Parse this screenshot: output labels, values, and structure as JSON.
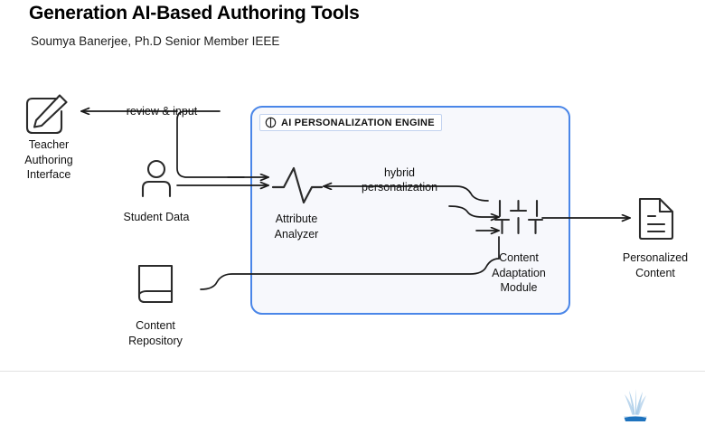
{
  "slide": {
    "title": "Generation AI-Based Authoring Tools",
    "subtitle": "Soumya Banerjee, Ph.D Senior Member IEEE"
  },
  "colors": {
    "panel_border": "#4a86e8",
    "panel_fill": "#f7f8fc",
    "badge_border": "#c3d3ef",
    "stroke": "#1a1a1a",
    "divider": "#e2e2e2",
    "logo_blue": "#1e73be",
    "logo_light": "#a8cbe8"
  },
  "diagram": {
    "engine": {
      "badge_label": "AI PERSONALIZATION ENGINE",
      "badge_icon": "contrast-circle-icon"
    },
    "nodes": [
      {
        "id": "teacher-authoring-interface",
        "label": "Teacher\nAuthoring\nInterface",
        "label_lines": [
          "Teacher",
          "Authoring",
          "Interface"
        ],
        "icon": "edit-square-pencil-icon"
      },
      {
        "id": "student-data",
        "label": "Student Data",
        "label_lines": [
          "Student Data"
        ],
        "icon": "person-icon"
      },
      {
        "id": "content-repository",
        "label": "Content\nRepository",
        "label_lines": [
          "Content",
          "Repository"
        ],
        "icon": "book-icon"
      },
      {
        "id": "attribute-analyzer",
        "label": "Attribute\nAnalyzer",
        "label_lines": [
          "Attribute",
          "Analyzer"
        ],
        "icon": "pulse-waveform-icon"
      },
      {
        "id": "content-adaptation-module",
        "label": "Content\nAdaptation\nModule",
        "label_lines": [
          "Content",
          "Adaptation",
          "Module"
        ],
        "icon": "puzzle-grid-icon"
      },
      {
        "id": "personalized-content",
        "label": "Personalized\nContent",
        "label_lines": [
          "Personalized",
          "Content"
        ],
        "icon": "document-icon"
      }
    ],
    "edges": [
      {
        "id": "review-and-input",
        "label_lines": [
          "review & input"
        ],
        "from": "content-adaptation-module",
        "to": "teacher-authoring-interface"
      },
      {
        "id": "hybrid-personalization",
        "label_lines": [
          "hybrid",
          "personalization"
        ],
        "from": "content-adaptation-module",
        "to": "attribute-analyzer"
      },
      {
        "id": "student-data-to-analyzer",
        "label_lines": [],
        "from": "student-data",
        "to": "attribute-analyzer"
      },
      {
        "id": "content-repository-to-adaptation",
        "label_lines": [],
        "from": "content-repository",
        "to": "content-adaptation-module"
      },
      {
        "id": "analyzer-to-adaptation",
        "label_lines": [],
        "from": "attribute-analyzer",
        "to": "content-adaptation-module"
      },
      {
        "id": "adaptation-to-output",
        "label_lines": [],
        "from": "content-adaptation-module",
        "to": "personalized-content"
      }
    ]
  },
  "footer": {
    "logo_name": "publisher-fan-logo"
  }
}
